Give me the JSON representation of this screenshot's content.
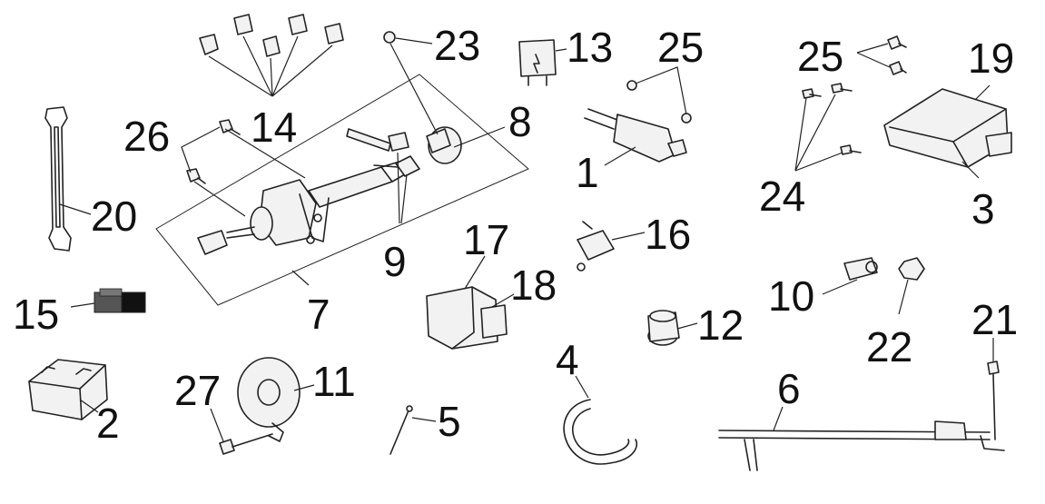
{
  "callouts": {
    "n1": "1",
    "n2": "2",
    "n3": "3",
    "n4": "4",
    "n5": "5",
    "n6": "6",
    "n7": "7",
    "n8": "8",
    "n9": "9",
    "n10": "10",
    "n11": "11",
    "n12": "12",
    "n13": "13",
    "n14": "14",
    "n15": "15",
    "n16": "16",
    "n17": "17",
    "n18": "18",
    "n19": "19",
    "n20": "20",
    "n21": "21",
    "n22": "22",
    "n23": "23",
    "n24": "24",
    "n25a": "25",
    "n25b": "25",
    "n26": "26",
    "n27": "27"
  },
  "colors": {
    "ink": "#222222",
    "callout": "#111111",
    "background": "#ffffff",
    "fuse_dark": "#111111",
    "fuse_mid": "#555555"
  }
}
